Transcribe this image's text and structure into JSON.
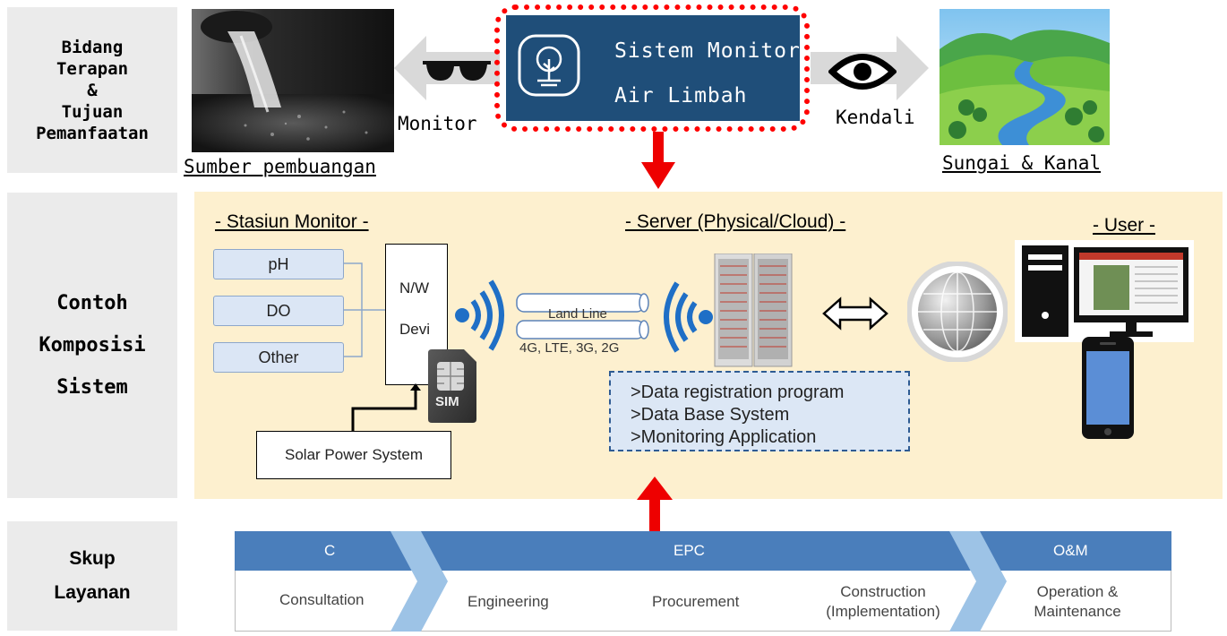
{
  "rows": {
    "r1": [
      "Bidang",
      "Terapan",
      "&",
      "Tujuan",
      "Pemanfaatan"
    ],
    "r2": [
      "Contoh",
      "Komposisi",
      "Sistem"
    ],
    "r3": [
      "Skup",
      "Layanan"
    ]
  },
  "top": {
    "title_line1": "Sistem Monitor",
    "title_line2": "Air Limbah",
    "monitor_label": "Monitor",
    "control_label": "Kendali",
    "source_caption": "Sumber pembuangan",
    "river_caption": "Sungai & Kanal"
  },
  "system": {
    "station_title": "- Stasiun Monitor -",
    "server_title": "- Server (Physical/Cloud) -",
    "user_title": "- User -",
    "sensors": [
      "pH",
      "DO",
      "Other"
    ],
    "nw_line1": "N/W",
    "nw_line2": "Devi",
    "sim_label": "SIM",
    "landline_label": "Land Line",
    "mobile_label": "4G, LTE, 3G, 2G",
    "solar_label": "Solar Power System",
    "software": [
      ">Data registration program",
      ">Data Base System",
      ">Monitoring Application"
    ]
  },
  "scope": {
    "headers": [
      "C",
      "EPC",
      "O&M"
    ],
    "steps": {
      "consultation": "Consultation",
      "engineering": "Engineering",
      "procurement": "Procurement",
      "construction_1": "Construction",
      "construction_2": "(Implementation)",
      "operation_1": "Operation &",
      "operation_2": "Maintenance"
    }
  },
  "colors": {
    "title_box": "#1f4e79",
    "dashed_border": "#ff0000",
    "system_bg": "#fdf0cf",
    "scope_header": "#4a7ebb",
    "chevron": "#9dc3e6",
    "wave": "#1f6fc6"
  }
}
